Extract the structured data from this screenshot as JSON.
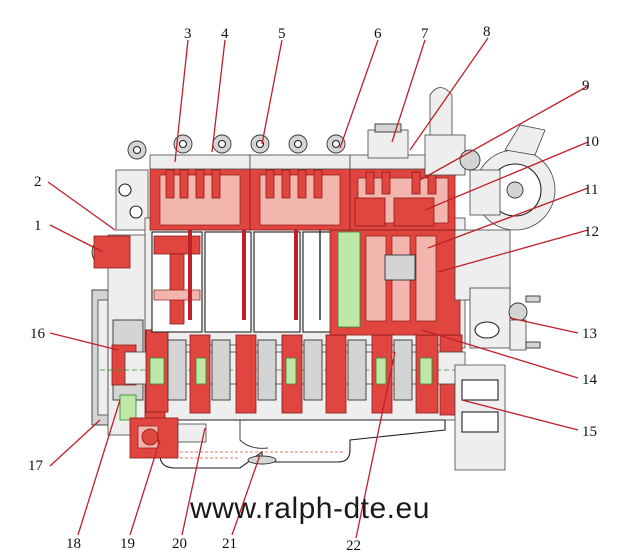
{
  "labels": [
    "1",
    "2",
    "3",
    "4",
    "5",
    "6",
    "7",
    "8",
    "9",
    "10",
    "11",
    "12",
    "13",
    "14",
    "15",
    "16",
    "17",
    "18",
    "19",
    "20",
    "21",
    "22"
  ],
  "watermark": "www.ralph-dte.eu",
  "colors": {
    "section_red": "#e0463f",
    "leader_red": "#c0202a",
    "oil_green": "#bfe7a8"
  }
}
